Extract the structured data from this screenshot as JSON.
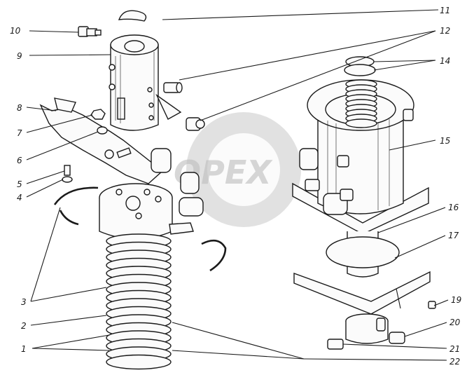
{
  "watermark": "OPEX",
  "callouts": [
    {
      "id": "10",
      "label": "10"
    },
    {
      "id": "9",
      "label": "9"
    },
    {
      "id": "8",
      "label": "8"
    },
    {
      "id": "7",
      "label": "7"
    },
    {
      "id": "6",
      "label": "6"
    },
    {
      "id": "5",
      "label": "5"
    },
    {
      "id": "4",
      "label": "4"
    },
    {
      "id": "3",
      "label": "3"
    },
    {
      "id": "2",
      "label": "2"
    },
    {
      "id": "1",
      "label": "1"
    },
    {
      "id": "11",
      "label": "11"
    },
    {
      "id": "12",
      "label": "12"
    },
    {
      "id": "14",
      "label": "14"
    },
    {
      "id": "15",
      "label": "15"
    },
    {
      "id": "16",
      "label": "16"
    },
    {
      "id": "17",
      "label": "17"
    },
    {
      "id": "19",
      "label": "19"
    },
    {
      "id": "20",
      "label": "20"
    },
    {
      "id": "21",
      "label": "21"
    },
    {
      "id": "22",
      "label": "22"
    }
  ]
}
